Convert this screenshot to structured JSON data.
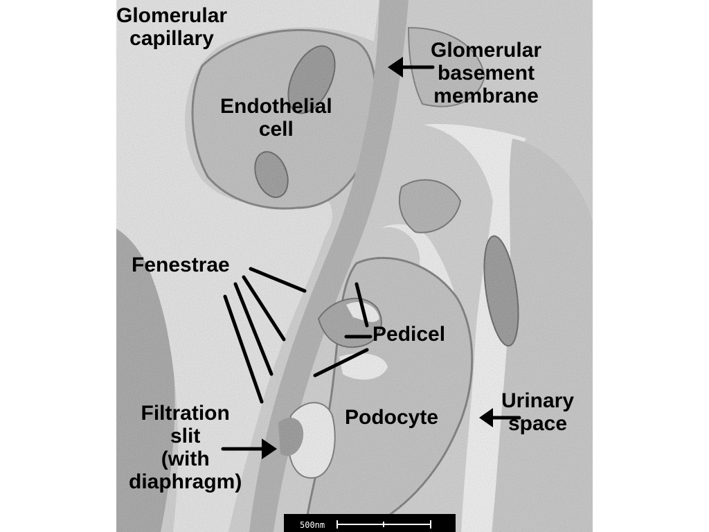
{
  "labels": {
    "glomerular_capillary": [
      "Glomerular",
      "capillary"
    ],
    "glomerular_basement_membrane": [
      "Glomerular",
      "basement",
      "membrane"
    ],
    "endothelial_cell": [
      "Endothelial",
      "cell"
    ],
    "fenestrae": "Fenestrae",
    "pedicel": "Pedicel",
    "filtration_slit": [
      "Filtration",
      "slit",
      "(with",
      "diaphragm)"
    ],
    "podocyte": "Podocyte",
    "urinary_space": [
      "Urinary",
      "space"
    ]
  },
  "scale_bar": {
    "label": "500nm"
  },
  "colors": {
    "background": "#ffffff",
    "tissue": "#cfcfcf",
    "membrane": "#9a9a9a",
    "label_text": "#000000"
  }
}
